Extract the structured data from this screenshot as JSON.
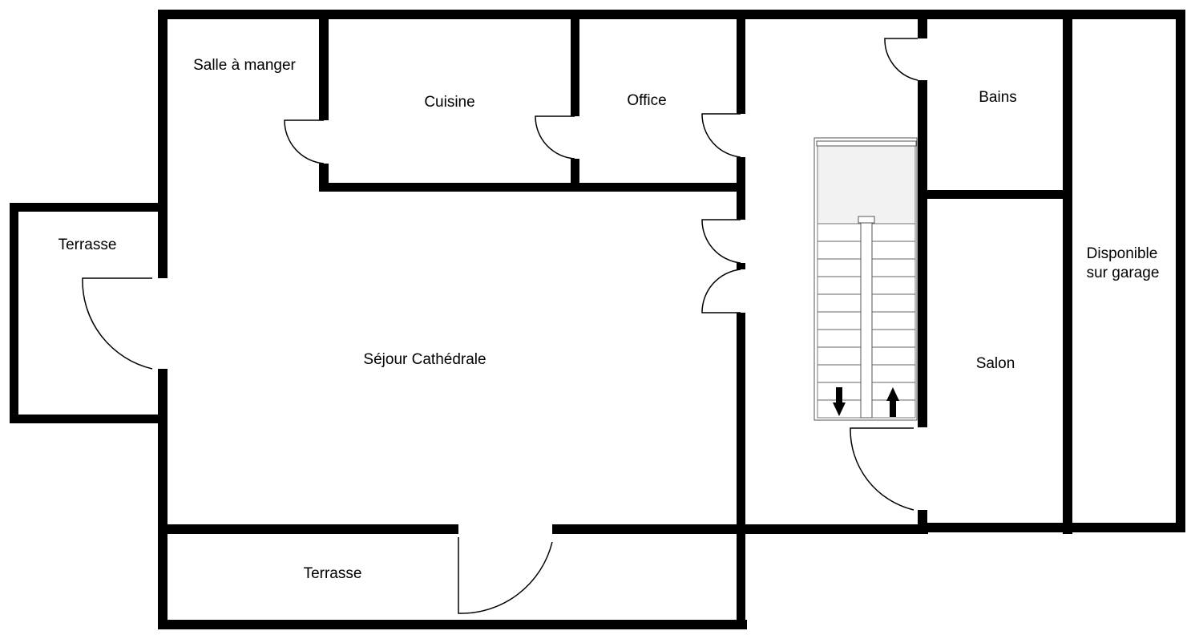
{
  "rooms": {
    "salle_a_manger": "Salle à manger",
    "cuisine": "Cuisine",
    "office": "Office",
    "bains": "Bains",
    "terrasse_left": "Terrasse",
    "sejour": "Séjour Cathédrale",
    "salon": "Salon",
    "garage_line1": "Disponible",
    "garage_line2": "sur garage",
    "terrasse_bottom": "Terrasse"
  },
  "colors": {
    "wall": "#000000",
    "stair_landing": "#f2f2f2",
    "stair_lines": "#555555"
  },
  "icons": {
    "stair_down": "arrow-down-icon",
    "stair_up": "arrow-up-icon"
  }
}
